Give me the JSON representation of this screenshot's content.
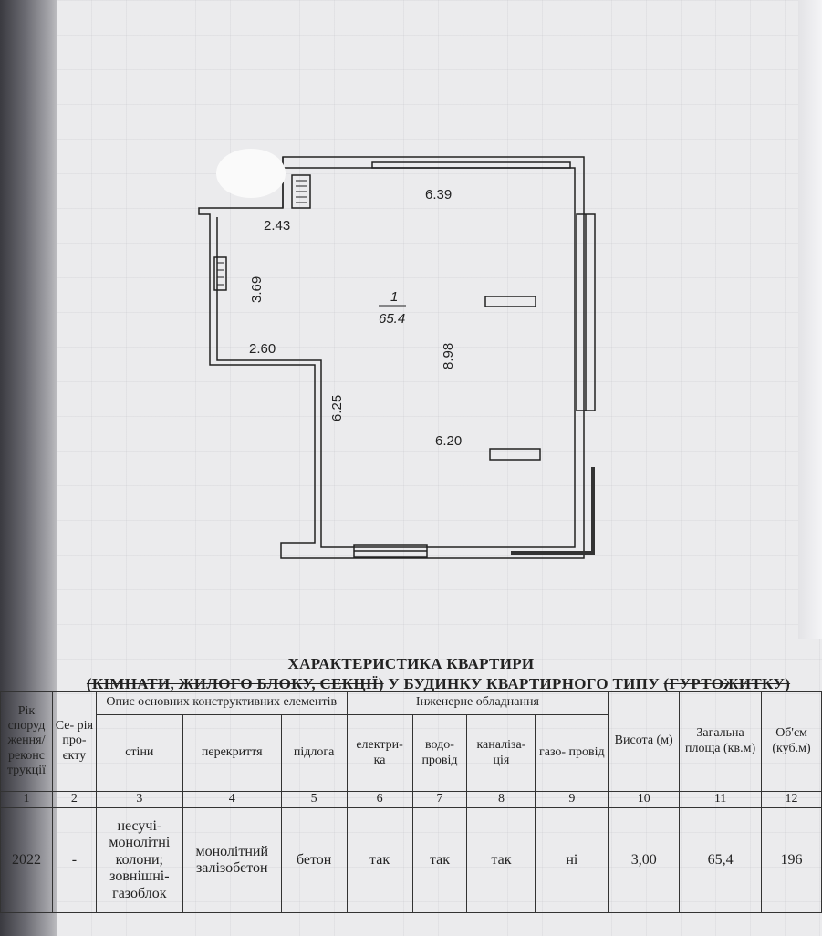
{
  "plan": {
    "room_number": "1",
    "room_area": "65.4",
    "dimensions": [
      "6.39",
      "2.43",
      "3.69",
      "2.60",
      "8.98",
      "6.25",
      "6.20"
    ]
  },
  "title": {
    "line1": "ХАРАКТЕРИСТИКА   КВАРТИРИ",
    "line2_struck": "(КІМНАТИ, ЖИЛОГО БЛОКУ, СЕКЦІЇ)",
    "line2_main": " У БУДИНКУ КВАРТИРНОГО ТИПУ ",
    "line2_struck2": "(ГУРТОЖИТКУ)"
  },
  "table": {
    "headers": {
      "year": "Рік споруд ження/ реконс трукції",
      "series": "Се- рія про- єкту",
      "structural_group": "Опис основних конструктивних елементів",
      "engineering_group": "Інженерне обладнання",
      "walls": "стіни",
      "floors_ceiling": "перекриття",
      "floor": "підлога",
      "electric": "електри- ка",
      "water": "водо- провід",
      "sewer": "каналіза- ція",
      "gas": "газо- провід",
      "height": "Висота (м)",
      "area": "Загальна площа (кв.м)",
      "volume": "Об'єм (куб.м)"
    },
    "column_numbers": [
      "1",
      "2",
      "3",
      "4",
      "5",
      "6",
      "7",
      "8",
      "9",
      "10",
      "11",
      "12"
    ],
    "row": [
      "2022",
      "-",
      "несучі- монолітні колони; зовнішні- газоблок",
      "монолітний залізобетон",
      "бетон",
      "так",
      "так",
      "так",
      "ні",
      "3,00",
      "65,4",
      "196"
    ]
  }
}
